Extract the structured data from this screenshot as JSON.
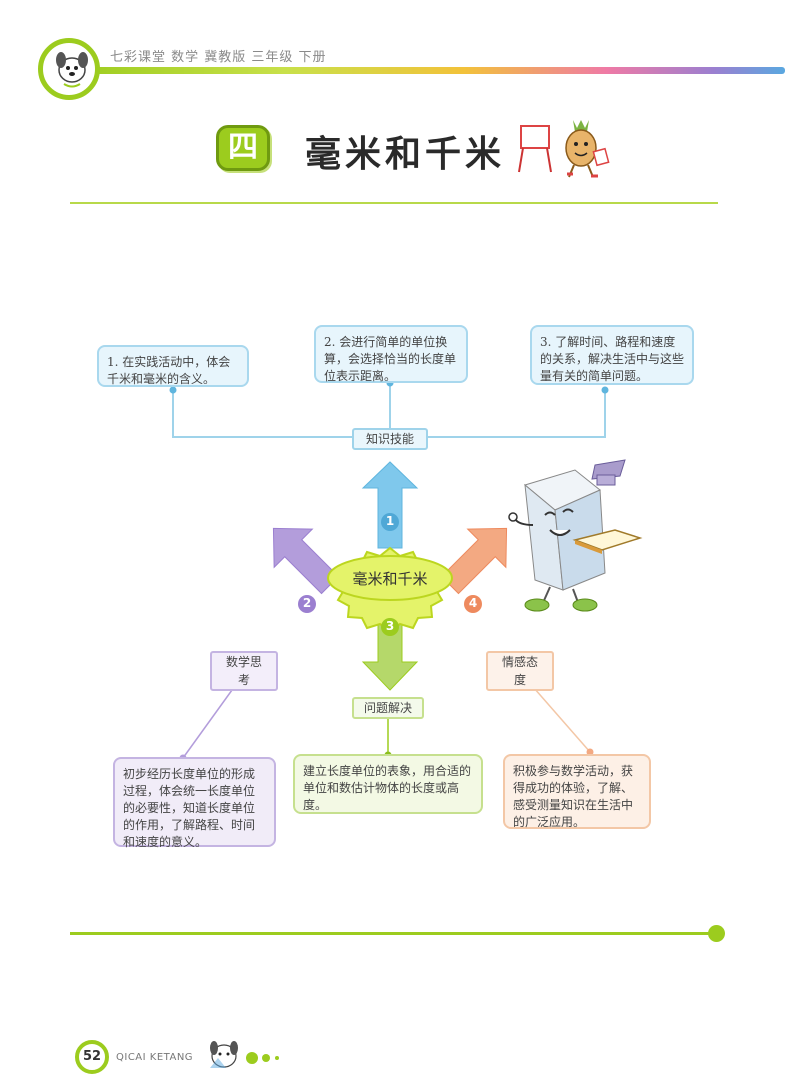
{
  "header": {
    "title": "七彩课堂 数学 冀教版 三年级 下册"
  },
  "chapter": {
    "number": "四",
    "title": "毫米和千米"
  },
  "diagram": {
    "center": "毫米和千米",
    "branches": [
      {
        "num": "1",
        "label": "知识技能"
      },
      {
        "num": "2",
        "label": "数学思考"
      },
      {
        "num": "3",
        "label": "问题解决"
      },
      {
        "num": "4",
        "label": "情感态度"
      }
    ],
    "skill_boxes": [
      "1. 在实践活动中，体会千米和毫米的含义。",
      "2. 会进行简单的单位换算，会选择恰当的长度单位表示距离。",
      "3. 了解时间、路程和速度的关系，解决生活中与这些量有关的简单问题。"
    ],
    "thinking_box": "初步经历长度单位的形成过程，体会统一长度单位的必要性，知道长度单位的作用，了解路程、时间和速度的意义。",
    "problem_box": "建立长度单位的表象，用合适的单位和数估计物体的长度或高度。",
    "attitude_box": "积极参与数学活动，获得成功的体验，了解、感受测量知识在生活中的广泛应用。"
  },
  "footer": {
    "page_number": "52",
    "series": "QICAI KETANG"
  },
  "colors": {
    "accent_green": "#9ccc1e",
    "blue": "#9fd3ea",
    "purple": "#b39ddb",
    "green": "#b5d86a",
    "orange": "#f3a982"
  }
}
